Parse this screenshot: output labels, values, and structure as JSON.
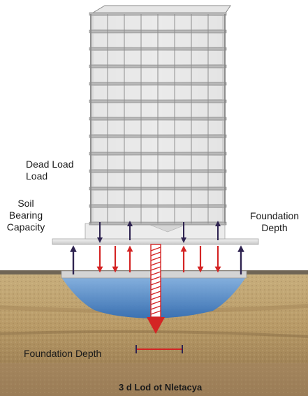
{
  "labels": {
    "dead_load_line1": "Dead Load",
    "dead_load_line2": "Load",
    "soil_line1": "Soil",
    "soil_line2": "Bearing",
    "soil_line3": "Capacity",
    "foundation_depth_right_line1": "Foundation",
    "foundation_depth_right_line2": "Depth",
    "foundation_depth_bottom": "Foundation Depth",
    "bottom_caption": "3 d Lod ot Nletacya"
  },
  "building": {
    "floor_count": 12
  },
  "colors": {
    "steel": "#7e7e7e",
    "glass": "#dedede",
    "soil_light": "#c7ad7a",
    "soil_dark": "#9c7f53",
    "water": "#4f8fd2",
    "load_arrow_red": "#d42424",
    "reaction_arrow_navy": "#2e2350"
  }
}
